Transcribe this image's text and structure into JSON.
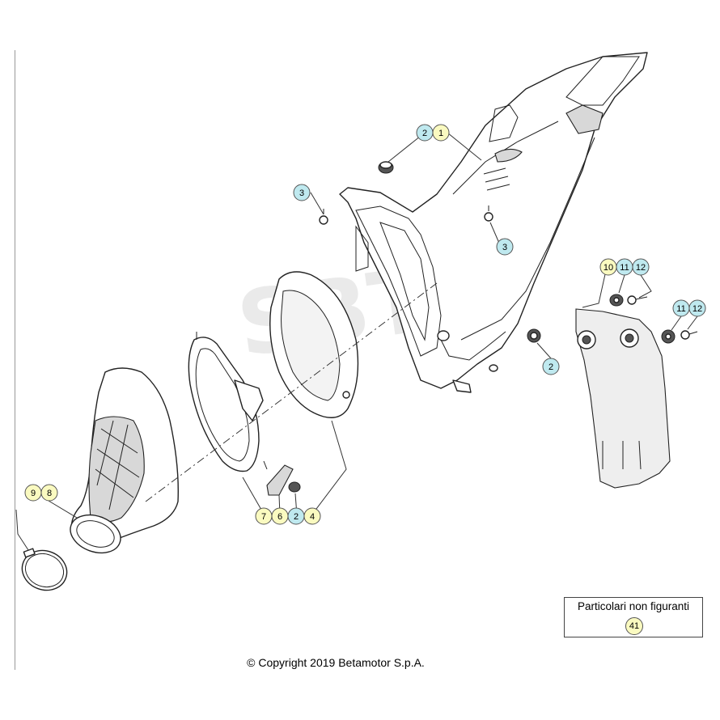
{
  "diagram": {
    "callouts": [
      {
        "id": "c2a",
        "label": "2",
        "color": "#bfe9ef"
      },
      {
        "id": "c1",
        "label": "1",
        "color": "#fafac0"
      },
      {
        "id": "c3a",
        "label": "3",
        "color": "#bfe9ef"
      },
      {
        "id": "c3b",
        "label": "3",
        "color": "#bfe9ef"
      },
      {
        "id": "c10",
        "label": "10",
        "color": "#fafac0"
      },
      {
        "id": "c11a",
        "label": "11",
        "color": "#bfe9ef"
      },
      {
        "id": "c12a",
        "label": "12",
        "color": "#bfe9ef"
      },
      {
        "id": "c11b",
        "label": "11",
        "color": "#bfe9ef"
      },
      {
        "id": "c12b",
        "label": "12",
        "color": "#bfe9ef"
      },
      {
        "id": "c2b",
        "label": "2",
        "color": "#bfe9ef"
      },
      {
        "id": "c9",
        "label": "9",
        "color": "#fafac0"
      },
      {
        "id": "c8",
        "label": "8",
        "color": "#fafac0"
      },
      {
        "id": "c7",
        "label": "7",
        "color": "#fafac0"
      },
      {
        "id": "c6",
        "label": "6",
        "color": "#fafac0"
      },
      {
        "id": "c2c",
        "label": "2",
        "color": "#bfe9ef"
      },
      {
        "id": "c4",
        "label": "4",
        "color": "#fafac0"
      }
    ]
  },
  "note": {
    "label": "Particolari non figuranti",
    "badge": "41",
    "badge_color": "#fafac0"
  },
  "copyright": "© Copyright 2019 Betamotor S.p.A."
}
